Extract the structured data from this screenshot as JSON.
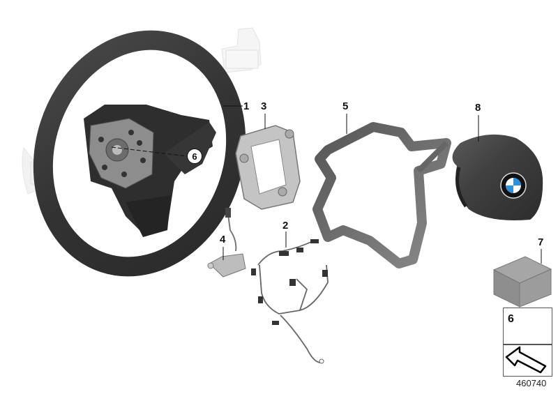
{
  "diagram": {
    "title": "Steering wheel exploded parts diagram",
    "diagram_number": "460740",
    "parts": [
      {
        "callout": "1",
        "name": "Steering wheel (leather)"
      },
      {
        "callout": "2",
        "name": "Wiring harness"
      },
      {
        "callout": "3",
        "name": "Control module frame / mounting bracket"
      },
      {
        "callout": "4",
        "name": "Switch / sensor with cable"
      },
      {
        "callout": "5",
        "name": "Trim cover / decorative bezel"
      },
      {
        "callout": "6",
        "name": "Screw (bolt)"
      },
      {
        "callout": "7",
        "name": "Package / kit"
      },
      {
        "callout": "8",
        "name": "Airbag module with BMW emblem"
      }
    ],
    "inline_callout_6": "6",
    "legend": {
      "box1_label": "6",
      "box2_symbol": "arrow-back-icon"
    },
    "colors": {
      "wheel": "#3a3a3a",
      "wheel_highlight": "#5a5a5a",
      "metal": "#b8b8b8",
      "bmw_blue": "#2f8fd8",
      "ghost": "#e4e4e4",
      "box": "#9a9a9a"
    }
  }
}
